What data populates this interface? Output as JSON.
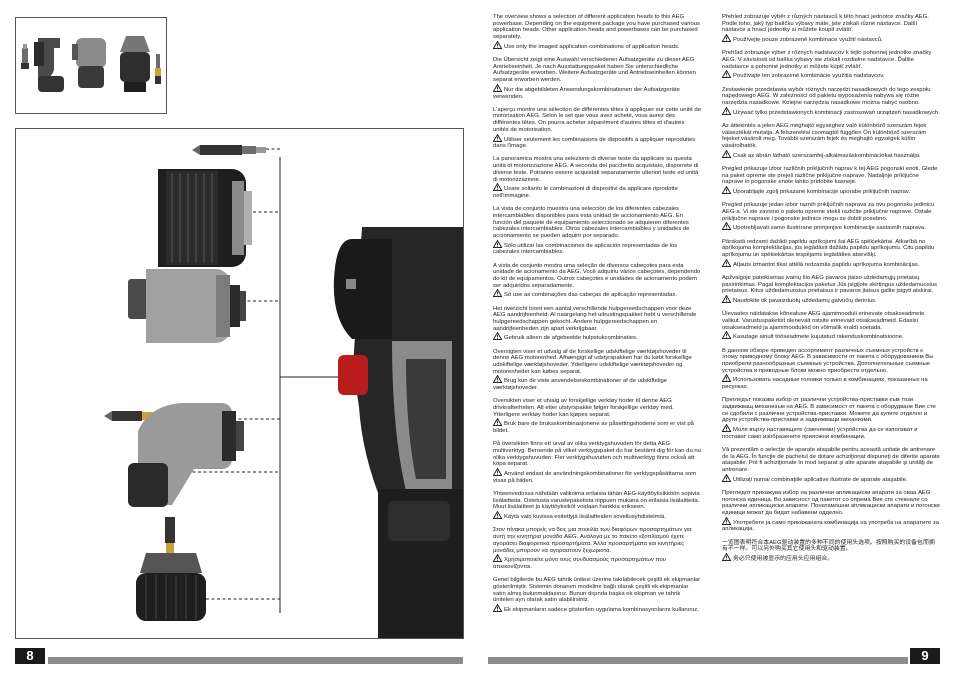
{
  "page_left": {
    "number": "8"
  },
  "page_right": {
    "number": "9"
  },
  "column1": [
    {
      "text": "The overview shows a selection of different application heads to this AEG powerbase. Depending on the equipment package you have purchased various application heads. Other application heads and powerbases can be purchased separately.",
      "warning": "Use only the imaged application combinations of application heads."
    },
    {
      "text": "Die Übersicht zeigt eine Auswahl verschiedener Aufsatzgeräte zu dieser AEG Antriebseinheit. Je nach Ausstattungspaket haben Sie unterschiedliche Aufsatzgeräte erworben. Weitere Aufsatzgeräte und Antriebseinheiten können separat erworben werden.",
      "warning": "Nur die abgebildeten Anwendungskombinationen der Aufsatzgeräte verwenden."
    },
    {
      "text": "L'aperçu montre une sélection de différentes têtes à appliquer sur cette unité de motorisation AEG. Selon le set que vous avez acheté, vous aurez des différentes têtes. On pourra acheter séparément d'autres têtes et d'autres unités de motorisation.",
      "warning": "Utiliser seulement les combinaisons de dispositifs à appliquer reproduites dans l'image."
    },
    {
      "text": "La panoramica mostra una selezione di diverse teste da applicare su questa unità di motorizzazione AEG. A seconda del pacchetto acquistato, disporrete di diverse teste. Potranno essere acquistati separatamente ulteriori teste ed unità di motorizzazione.",
      "warning": "Usare soltanto le combinazioni di dispositivi da applicare riprodotte nell'immagine."
    },
    {
      "text": "La vista de conjunto muestra una selección de los diferentes cabezales intercambiables disponibles para esta unidad de accionamiento AEG. En función del paquete de equipamiento seleccionado se adquieren diferentes cabezales intercambiables. Otros cabezales intercambiables y unidades de accionamiento se pueden adquirir por separado.",
      "warning": "Sólo utilizar las combinaciones de aplicación representadas de los cabezales intercambiables."
    },
    {
      "text": "A vista de conjunto mostra uma seleção de diversos cabeçotes para esta unidade de acionamento da AEG. Você adquiriu vários cabeçotes, dependendo do kit de equipamentos. Outros cabeçotes e unidades de acionamento podem ser adquiridos separadamente.",
      "warning": "Só use as combinações das cabeças de aplicação representadas."
    },
    {
      "text": "Het overzicht toont een aantal verschillende hulpgereedschappen voor deze AEG aandrijfeenheid. Al naargelang het uitrustingspakket hebt u verschillende hulpgereedschappen gekocht. Andere hulpgereedschappen en aandrijfeenheden zijn apart verkrijgbaar.",
      "warning": "Gebruik alleen de afgebeelde hulpstukcombinaties."
    },
    {
      "text": "Oversigten viser et udvalg af de forskellige udskiftelige værktøjshoveder til denne AEG motorenhed. Afhængigt af udstyrspakken har du købt forskellige udskiftelige værktøjshoveder. Yderligere udskiftelige værktøjshoveder og motorenheder kan købes separat.",
      "warning": "Brug kun de viste anvendelseskombinationer af de udskiftelige værktøjshoveder."
    },
    {
      "text": "Oversikten viser et utvalg av forskjellige verktøy hoder til denne AEG drivkrafterheten. Alt etter utstyrspakke følger forskjellige verktøy med. Ytterligere verktøy hoder kan kjøpes separat.",
      "warning": "Bruk bare de bruksskombinasjonene av påsettingshodene som er vist på bildet."
    },
    {
      "text": "På översikten finns ett urval av olika verktygshuvuden för detta AEG multiverktyg. Beroende på vilket verktygspaket du har bestämt dig för kan du nu olika verktygshuvuden. Fler verktygshuvuden och multiverktyg finns också att köpa separat.",
      "warning": "Använd endast de användningskombinationer för verktygspåsättarna som visas på bilden."
    },
    {
      "text": "Yhteenvedossa nähdään valikoima erilaisia tähän AEG-käyttöyksikköön sopivia lisälaitteita. Ostetusta varustepaketista riippuen mukana on erilaisia lisälaitteita. Muut lisälaitteet ja käyttöyksiköt voidaan hankkia erikseen.",
      "warning": "Käytä vain kuvissa esitettyjä lisälaitteiden sovellusyhdistelmiä."
    },
    {
      "text": "Στον πίνακα μπορείς να δεις μια ποικιλία των διαφόρων προσαρτημάτων για αυτή την κινητήρια μονάδα AEG. Ανάλογα με το πακέτο εξοπλισμού έχετε αγοράσει διαφορετικά προσαρτήματα. Άλλα προσαρτήματα και κινητήριες μονάδες μπορούν να αγοραστούν ξεχωριστά.",
      "warning": "Χρησιμοποιείτε μόνο τους συνδυασμούς προσαρτημάτων που απεικονίζονται."
    },
    {
      "text": "Genel bilgilerde bu AEG tahrik ünitesi üzerine takılabilecek çeşitli ek ekipmanlar gösterilmiştir. Sistemin donanım modeline bağlı olarak çeşitli ek ekipmanlar satın almış bulunmaktasınız. Bunun dışında başka ek ekipman ve tahrik üniteleri ayrı olarak satın alabilirsiniz.",
      "warning": "Ek ekipmanların sadece gösterilen uygulama kombinasyonlarını kullanınız."
    }
  ],
  "column2": [
    {
      "text": "Přehled zobrazuje výběr z různých nástavců k této hnací jednotce značky AEG. Podle toho, jaký typ balíčku výbavy máte, jste získali různé nástavce. Další nástavce a hnací jednotky si můžete koupit zvlášť.",
      "warning": "Používejte pouze zobrazené kombinace využití nástavců."
    },
    {
      "text": "Prehľad zobrazuje výber z rôznych nadstavcov k tejto pohonnej jednotke značky AEG. V závislosti od balíka výbavy ste získali rozdielne nadstavce. Ďalšie nadstavce a pohonné jednotky si môžete kúpiť zvlášť.",
      "warning": "Používajte len zobrazené kombinácie využitia nadstavcov."
    },
    {
      "text": "Zestawienie przedstawia wybór różnych narzędzi nasadkowych do tego zespołu napędowego AEG. W zależności od pakietu wyposażenia nabywa się różne narzędzia nasadkowe. Kolejne narzędzia nasadkowe można nabyć osobno.",
      "warning": "Używać tylko przedstawionych kombinacji zastosowań urządzeń nasadkowych."
    },
    {
      "text": "Az áttekintés a jelen AEG meghajtó egységhez való különböző szerszám fejek választékát mutatja. A felszerelési csomagtól függően Ön különböző szerszám fejeket vásárolt meg. További szerszám fejek és meghajtó egységek külön vásárolhatók.",
      "warning": "Csak az ábrán látható szerszámfej-alkalmazáskombinációkat használja."
    },
    {
      "text": "Pregled prikazuje izbor različnih priključnih naprav k tej AEG pogonski enoti. Glede na paket opreme ste prejeli različne priključne naprave. Nadaljnje priključne naprave in pogonske enote lahko pridobite kasneje.",
      "warning": "Uporabljajte zgolj prikazane kombinacije uporabe priključnih naprav."
    },
    {
      "text": "Pregled prikazuje jedan izbor raznih priključnih naprava za ovu pogonsku jedinicu AEG-a. Vi ste zavisno o paketu opreme stekli razlićite priključne naprave. Ostale priključne naprave i pogonske jedinice mogu se dobiti posebno.",
      "warning": "Upotrebljavati samo ilustrirane primjenjive kombinacije sastavnih naprava."
    },
    {
      "text": "Pārskatā redzami dažādi papildu aprīkojumi šai AEG spēkiekārtai. Atkarībā no aprīkojuma komplektācijas, jūs iegādāsit dažādu papildu aprīkojumu. Citu papildu aprīkojumu un spēkiekārtas iespējams iegādāties atsevišķi.",
      "warning": "Atļauts izmantot tikai attēlā redzamās papildu aprīkojuma kombinācijas."
    },
    {
      "text": "Apžvalgoje pateikiamas įvairių šio AEG pavaros įtaiso uždedamųjų prietaisų pasirinkimas. Pagal komplektacijos paketus Jūs įsigijote skirtingus uždedamuosius prietaisus. Kitus uždedamuosius prietaisus ir pavaros įtaisus galite įsigyti atskirai.",
      "warning": "Naudokite tik pavaizduotų uždedamų galvučių derinius."
    },
    {
      "text": "Ülevaates näidatakse kõnealuse AEG ajamimooduli erinevate otsakseadmete valikut. Varustuspaketist olenevalt ostsite erinevaid otsakseadmeid. Edasisi otsakseadmeid ja ajamimooduleid on võimalik eraldi soetada.",
      "warning": "Kasutage ainult tööseadmete kujutatud rakenduskombinatsioone."
    },
    {
      "text": "В данном обзоре приведен ассортимент различных съемных устройств к этому приводному блоку AEG. В зависимости от пакета с оборудованием Вы приобрели разнообразные съемные устройства. Дополнительные съемные устройства и приводные блоки можно приобрести отдельно.",
      "warning": "Использовать насадные головки только в комбинациях, показанных на рисунках."
    },
    {
      "text": "Прегледът показва избор от различни устройства-приставки към този задвижващ механизъм на AEG. В зависимост от пакета с оборудване Вие сте се сдобили с различни устройства-приставки. Можете да купите отделно и други устройства-приставки и задвижващи механизми.",
      "warning": "Моля въpху настaвящите (сменяеми) устройства да се използват и постават само изобразените приложни комбинации."
    },
    {
      "text": "Vă prezentăm o selecţie de aparate ataşabile pentru această unitate de antrenare de la AEG. În funcţie de pachetul de dotare achiziţionat dispuneţi de diferite aparate ataşabile. Pot fi achiziţionate în mod separat şi alte aparate ataşabile şi unităţi de antrenare.",
      "warning": "Utilizaţi numai combinaţiile aplicative ilustrate de aparate ataşabile."
    },
    {
      "text": "Прегледот прикажува избор на различни апликациски апарати за оваа AEG погонска единица. Во зависност од пакетот со опрема Вие сте стекнале со различни апликациски апарати. Понатамошни апликациски апарати и погонски единици можат да бидат набавени одделно.",
      "warning": "Употребете ја само прикажаната комбинација на употреба на апаратите за апликација."
    },
    {
      "text": "一览图表明符合本AEG驱动装置的多种不同的使用头选项。按照购买的设备包而拥有不一样。可以另外购买其它使用头和驱动装置。",
      "warning": "务必只使用被显示的应用头应用组合。"
    }
  ]
}
